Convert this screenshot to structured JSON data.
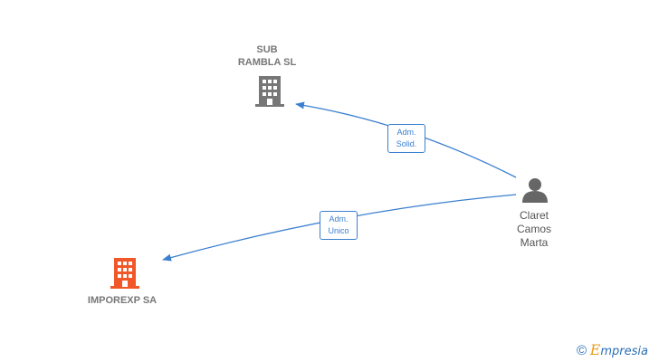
{
  "nodes": {
    "sub_rambla": {
      "line1": "SUB",
      "line2": "RAMBLA SL",
      "color": "#777777",
      "icon": "building-icon"
    },
    "imporexp": {
      "name": "IMPOREXP SA",
      "color": "#f0582a",
      "icon": "building-icon"
    },
    "person": {
      "line1": "Claret",
      "line2": "Camos",
      "line3": "Marta",
      "color": "#666666",
      "icon": "person-icon"
    }
  },
  "edges": [
    {
      "line1": "Adm.",
      "line2": "Solid.",
      "color": "#3a7fd0"
    },
    {
      "line1": "Adm.",
      "line2": "Unico",
      "color": "#3a7fd0"
    }
  ],
  "watermark": {
    "copyright": "©",
    "brand_initial": "E",
    "brand_rest": "mpresia"
  }
}
